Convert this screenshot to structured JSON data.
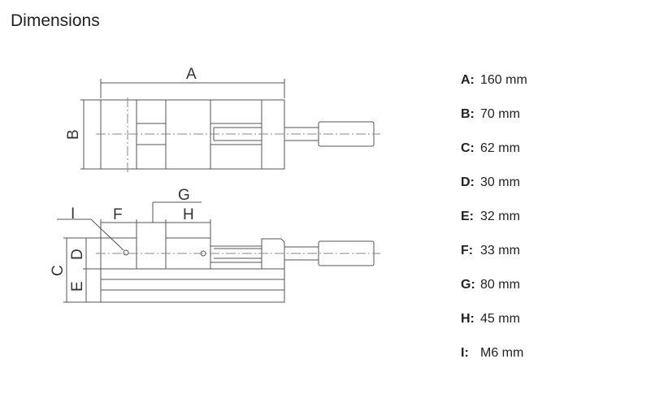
{
  "title": "Dimensions",
  "labels": {
    "A": "A",
    "B": "B",
    "C": "C",
    "D": "D",
    "E": "E",
    "F": "F",
    "G": "G",
    "H": "H",
    "I": "I"
  },
  "dimensions": [
    {
      "key": "A:",
      "value": "160 mm"
    },
    {
      "key": "B:",
      "value": "70 mm"
    },
    {
      "key": "C:",
      "value": "62 mm"
    },
    {
      "key": "D:",
      "value": "30 mm"
    },
    {
      "key": "E:",
      "value": "32 mm"
    },
    {
      "key": "F:",
      "value": "33 mm"
    },
    {
      "key": "G:",
      "value": "80 mm"
    },
    {
      "key": "H:",
      "value": "45 mm"
    },
    {
      "key": "I:",
      "value": "M6 mm"
    }
  ]
}
